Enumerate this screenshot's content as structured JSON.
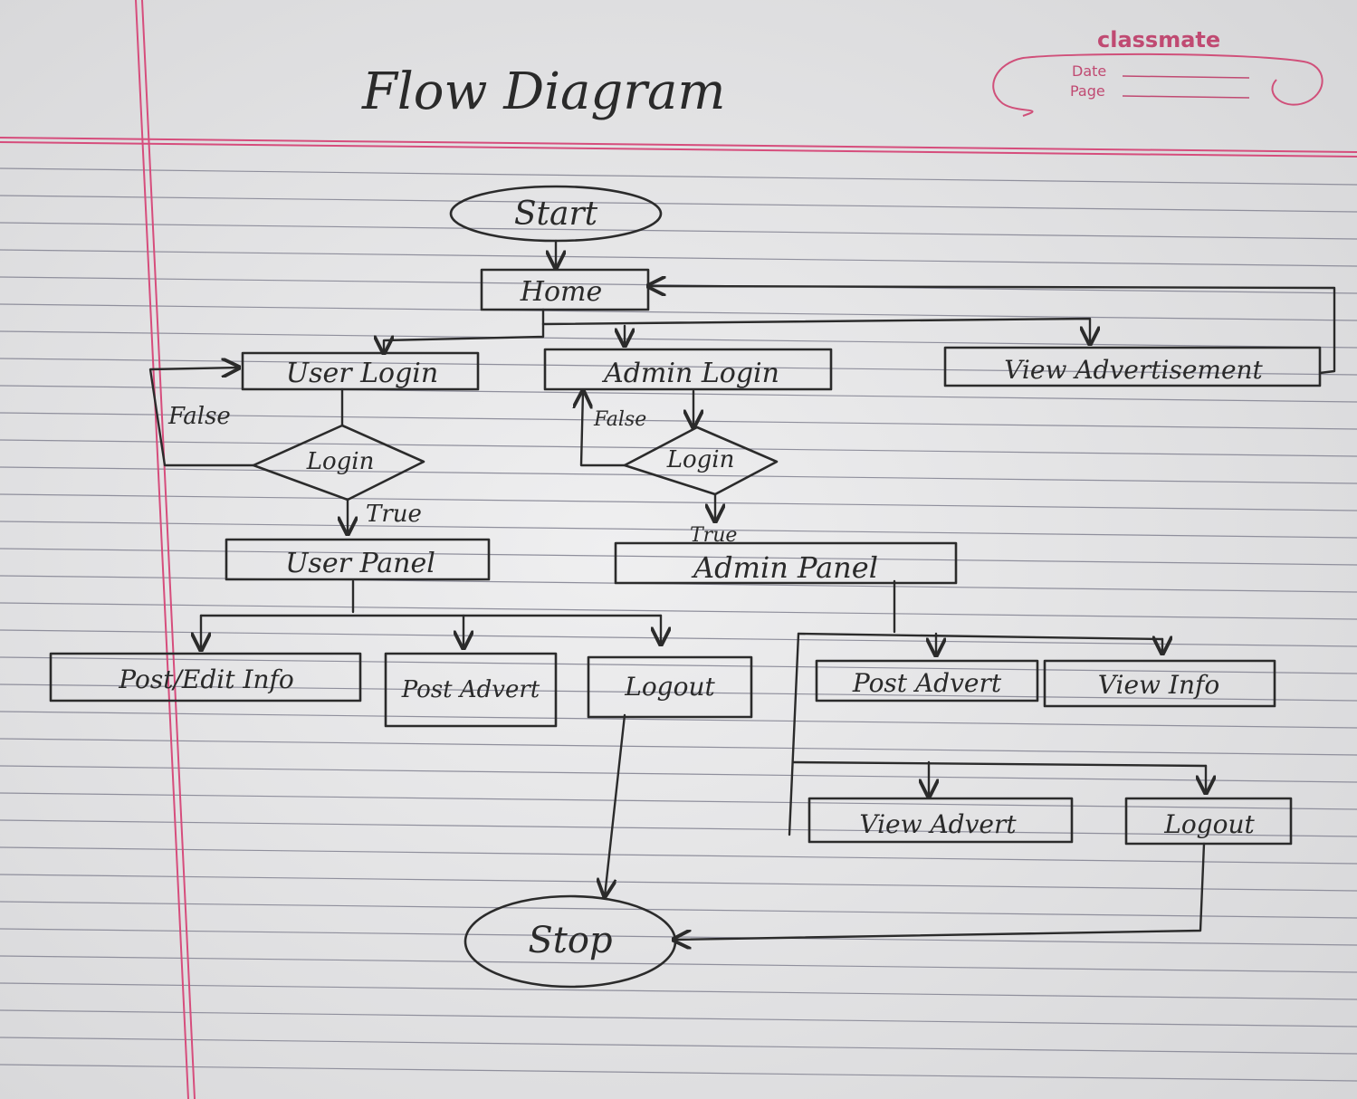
{
  "page": {
    "title": "Flow Diagram",
    "brand": {
      "name": "classmate",
      "date_label": "Date",
      "page_label": "Page"
    }
  },
  "colors": {
    "paper": "#e9e9ea",
    "ink": "#2b2b2b",
    "ruled_line": "#8f8f9c",
    "margin_line": "#d64d7c",
    "brand": "#c04a72"
  },
  "diagram": {
    "nodes": {
      "start": "Start",
      "home": "Home",
      "user_login": "User Login",
      "admin_login": "Admin Login",
      "view_advertisement": "View Advertisement",
      "user_login_check": "Login",
      "admin_login_check": "Login",
      "user_panel": "User Panel",
      "admin_panel": "Admin Panel",
      "post_edit_info": "Post/Edit Info",
      "post_advert_user": "Post Advert",
      "logout_user": "Logout",
      "post_advert_admin": "Post Advert",
      "view_info": "View Info",
      "view_advert": "View Advert",
      "logout_admin": "Logout",
      "stop": "Stop"
    },
    "edge_labels": {
      "user_false": "False",
      "user_true": "True",
      "admin_false": "False",
      "admin_true": "True"
    }
  }
}
